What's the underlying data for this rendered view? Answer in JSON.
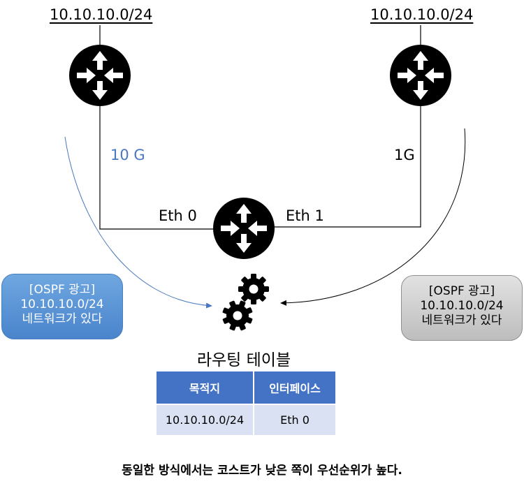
{
  "networks": {
    "left": "10.10.10.0/24",
    "right": "10.10.10.0/24"
  },
  "links": {
    "left": {
      "label": "10 G",
      "color": "#4a78c0"
    },
    "right": {
      "label": "1G",
      "color": "#000000"
    }
  },
  "interfaces": {
    "eth0": "Eth 0",
    "eth1": "Eth 1"
  },
  "ads": {
    "left": {
      "line1": "[OSPF 광고]",
      "line2": "10.10.10.0/24",
      "line3": "네트워크가 있다",
      "color": "#4a84cc"
    },
    "right": {
      "line1": "[OSPF 광고]",
      "line2": "10.10.10.0/24",
      "line3": "네트워크가 있다",
      "color": "#bdbdbd"
    }
  },
  "routing_table": {
    "title": "라우팅 테이블",
    "headers": [
      "목적지",
      "인터페이스"
    ],
    "rows": [
      [
        "10.10.10.0/24",
        "Eth 0"
      ]
    ]
  },
  "footer": "동일한 방식에서는 코스트가 낮은 쪽이 우선순위가 높다.",
  "icons": [
    "router-icon",
    "gears-icon"
  ]
}
